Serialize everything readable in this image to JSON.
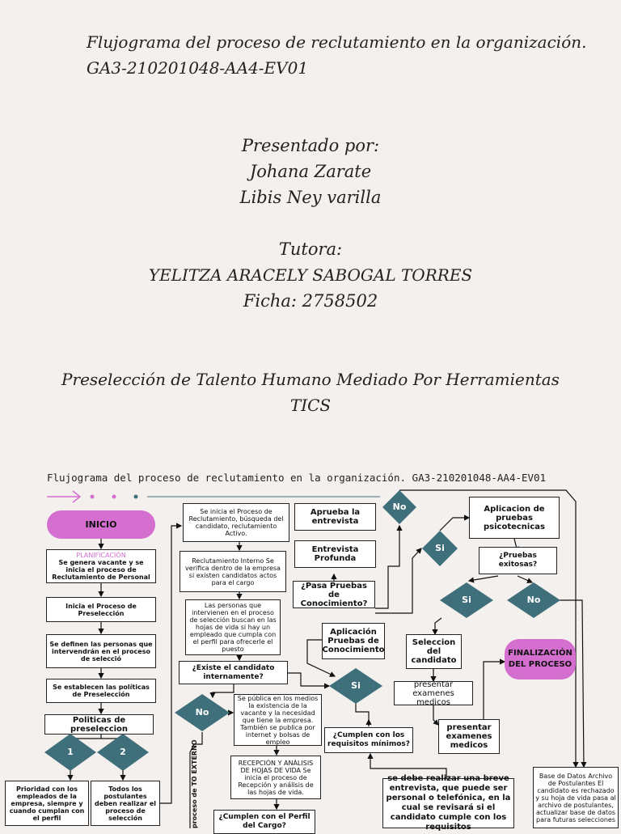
{
  "cover": {
    "title_line1": "Flujograma del proceso de reclutamiento en la organización.",
    "title_line2": "GA3-210201048-AA4-EV01",
    "presented_label": "Presentado por:",
    "author1": "Johana Zarate",
    "author2": "Libis Ney varilla",
    "tutor_label": "Tutora:",
    "tutor_name": "YELITZA ARACELY SABOGAL TORRES",
    "ficha": "Ficha: 2758502",
    "subtitle_line1": "Preselección de Talento Humano Mediado Por Herramientas",
    "subtitle_line2": "TICS"
  },
  "flow": {
    "title": "Flujograma del proceso de reclutamiento en la organización. GA3-210201048-AA4-EV01",
    "inicio": "INICIO",
    "planificacion_label": "PLANIFICACIÓN",
    "planificacion_text": "Se genera vacante y se inicia el proceso de Reclutamiento de Personal",
    "inicia_proceso": "Inicia el Proceso de Preselección",
    "definen_personas": "Se definen las personas que intervendrán en el proceso de selecció",
    "establecen_politicas": "Se establecen las políticas de Preselección",
    "politicas": "Politicas de preseleccion",
    "d1": "1",
    "d2": "2",
    "prioridad": "Prioridad con los empleados de la empresa, siempre y cuando cumplan con el perfil",
    "todos_postulantes": "Todos los postulantes deben realizar el proceso de selección",
    "inicia_reclutamiento": "Se inicia el Proceso de Reclutamiento, búsqueda del candidato, reclutamiento Activo.",
    "reclutamiento_interno": "Reclutamiento Interno Se verifica dentro de la empresa si existen candidatos actos para el cargo",
    "personas_intervienen": "Las personas que intervienen en el proceso de selección buscan en las hojas de vida si hay un empleado que cumpla con el perfil para ofrecerle el puesto",
    "existe_candidato": "¿Existe el candidato internamente?",
    "no1": "No",
    "publica_medios": "Se pública en los medios la existencia de la vacante y la necesidad que tiene la empresa. También se publica por internet y bolsas de empleo",
    "recepcion": "RECEPCIÓN Y ANÁLISIS DE HOJAS DE VIDA Se inicia el proceso de Recepción y análisis de las hojas de vida.",
    "proceso_externo": "proceso de TO EXTERNO",
    "cumplen_perfil": "¿Cumplen con el Perfil del Cargo?",
    "aprueba_entrevista": "Aprueba la entrevista",
    "entrevista_profunda": "Entrevista Profunda",
    "pasa_pruebas": "¿Pasa Pruebas de Conocimiento?",
    "aplicacion_pruebas": "Aplicación Pruebas de Conocimiento",
    "si1": "Si",
    "cumplen_requisitos": "¿Cumplen con los requisitos mínimos?",
    "breve_entrevista": "se debe realizar una breve entrevista, que puede ser personal o telefónica, en la cual se revisará si el candidato cumple con los requisitos",
    "no2": "No",
    "si2": "Si",
    "aplicacion_psico": "Aplicacion de pruebas psicotecnicas",
    "pruebas_exitosas": "¿Pruebas exitosas?",
    "si3": "Si",
    "no3": "No",
    "seleccion": "Seleccion del candidato",
    "finalizacion": "FINALIZACIÓN DEL PROCESO",
    "presentar1": "presentar examenes medicos",
    "presentar2": "presentar examenes medicos",
    "base_datos": "Base de Datos Archivo de Postulantes El candidato es rechazado y su hoja de vida pasa al archivo de postulantes, actualizar base de datos para futuras selecciones"
  },
  "colors": {
    "diamond": "#3f6f7a",
    "pill": "#d46fcf",
    "background": "#f4f0ed"
  }
}
